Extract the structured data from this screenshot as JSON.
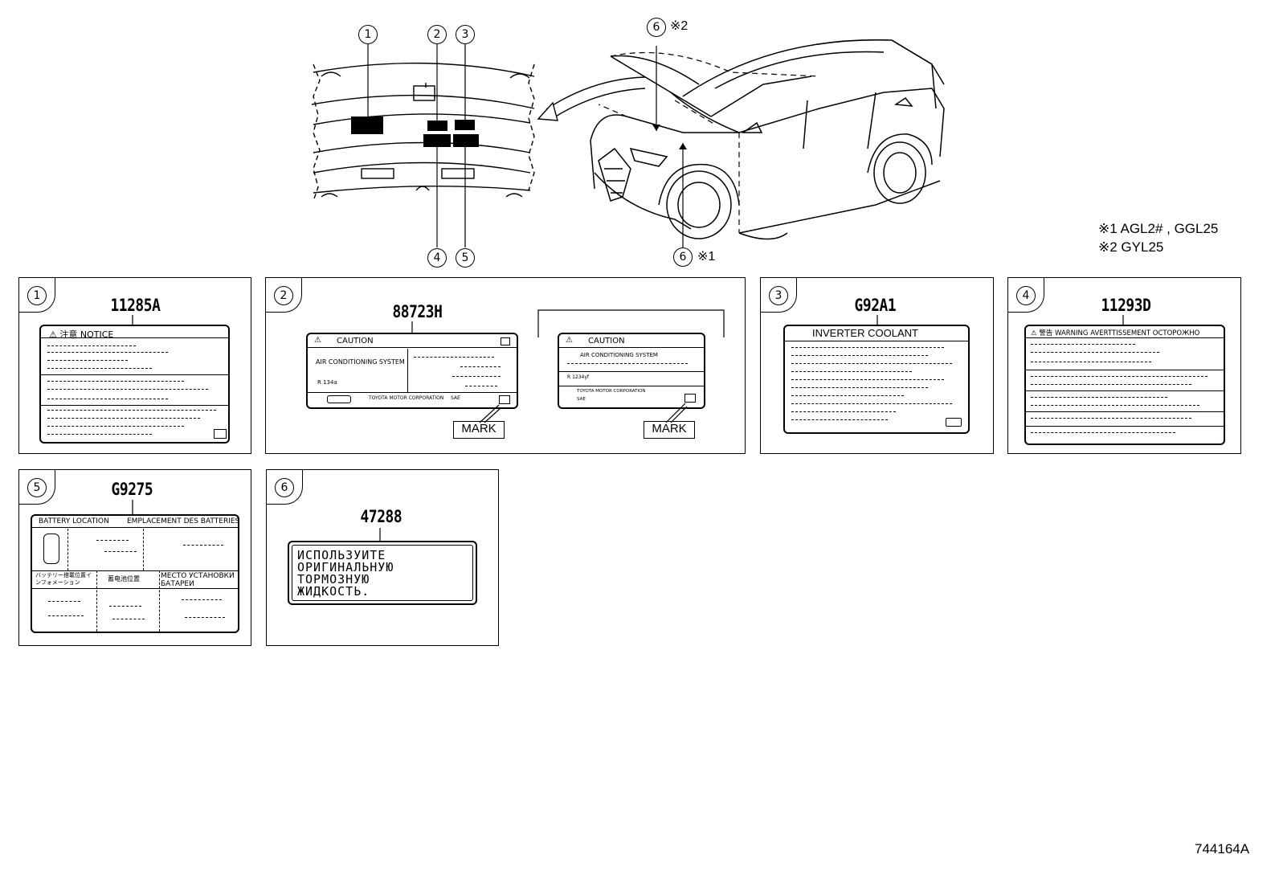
{
  "notes": {
    "n1": "※1  AGL2# , GGL25",
    "n2": "※2  GYL25"
  },
  "diagram_id": "744164A",
  "callouts": {
    "c1": "1",
    "c2": "2",
    "c3": "3",
    "c4": "4",
    "c5": "5",
    "c6a": "6",
    "c6a_note": "※2",
    "c6b": "6",
    "c6b_note": "※1"
  },
  "panels": [
    {
      "index": "1",
      "part_number": "11285A"
    },
    {
      "index": "2",
      "part_number": "88723H"
    },
    {
      "index": "3",
      "part_number": "G92A1"
    },
    {
      "index": "4",
      "part_number": "11293D"
    },
    {
      "index": "5",
      "part_number": "G9275"
    },
    {
      "index": "6",
      "part_number": "47288"
    }
  ],
  "label1": {
    "header": "⚠ 注意  NOTICE"
  },
  "label2": {
    "left": {
      "title": "CAUTION",
      "system": "AIR CONDITIONING SYSTEM",
      "refrigerant": "R 134a",
      "maker": "TOYOTA MOTOR CORPORATION",
      "sae": "SAE"
    },
    "right": {
      "title": "CAUTION",
      "system": "AIR CONDITIONING SYSTEM",
      "refrigerant": "R 1234yf",
      "maker": "TOYOTA MOTOR CORPORATION",
      "sae": "SAE"
    },
    "mark": "MARK"
  },
  "label3": {
    "title": "INVERTER COOLANT"
  },
  "label4": {
    "header": "⚠ 警告  WARNING  AVERTTISSEMENT  ОСТОРОЖНО"
  },
  "label5": {
    "title_en": "BATTERY LOCATION",
    "title_fr": "EMPLACEMENT DES BATTERIES",
    "col_ja": "バッテリー搭載位置インフォメーション",
    "col_zh": "蓄电池位置",
    "col_ru": "МЕСТО УСТАНОВКИ БАТАРЕИ"
  },
  "label6": {
    "lines": [
      "ИСПОЛЬЗУИТЕ",
      "ОРИГИНАЛЬНУЮ",
      "ТОРМОЗНУЮ",
      "ЖИДКОСТЬ."
    ]
  }
}
